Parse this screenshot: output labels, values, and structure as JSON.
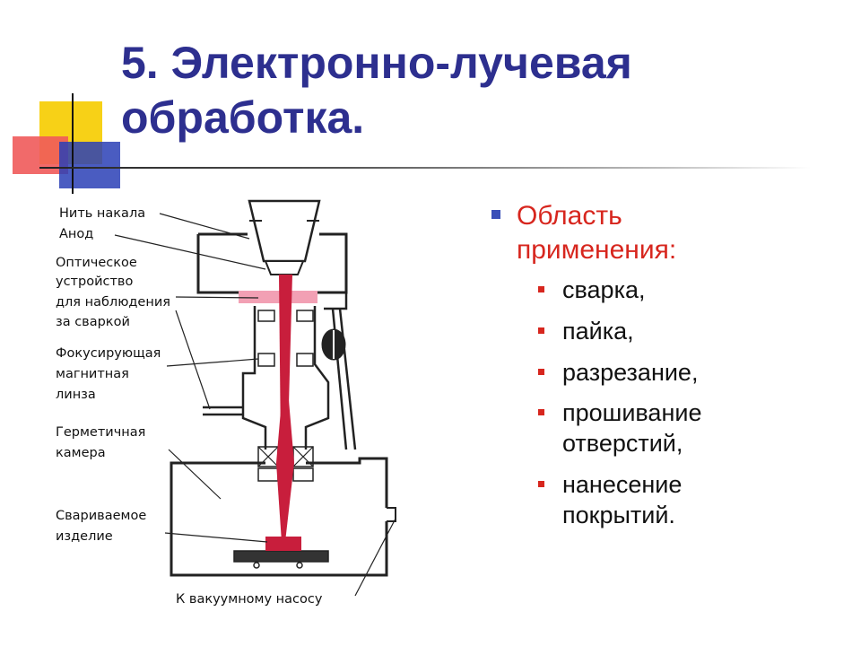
{
  "slide": {
    "title_line1": "5. Электронно-лучевая",
    "title_line2": "обработка."
  },
  "bullets": {
    "heading_line1": "Область",
    "heading_line2": "применения:",
    "items": [
      {
        "l1": "сварка,",
        "l2": ""
      },
      {
        "l1": "пайка,",
        "l2": ""
      },
      {
        "l1": "разрезание,",
        "l2": ""
      },
      {
        "l1": "прошивание",
        "l2": "отверстий,"
      },
      {
        "l1": "нанесение",
        "l2": "покрытий."
      }
    ]
  },
  "diagram": {
    "labels": {
      "filament": "Нить накала",
      "anode": "Анод",
      "optical_1": "Оптическое",
      "optical_2": "устройство",
      "optical_3": "для наблюдения",
      "optical_4": "за сваркой",
      "focus_1": "Фокусирующая",
      "focus_2": "магнитная",
      "focus_3": "линза",
      "chamber_1": "Герметичная",
      "chamber_2": "камера",
      "workpiece_1": "Свариваемое",
      "workpiece_2": "изделие",
      "pump": "К вакуумному насосу"
    },
    "colors": {
      "beam": "#c81e3c",
      "beam_glow": "#f2a0b4",
      "structure": "#222222"
    }
  },
  "colors": {
    "title": "#2d2f8f",
    "heading": "#d7261e",
    "bullet_l1": "#3a4fb8",
    "bullet_l2": "#d7261e",
    "deco_yellow": "#f7d117",
    "deco_red": "#ef5a5a",
    "deco_blue": "#2a3fb6"
  }
}
